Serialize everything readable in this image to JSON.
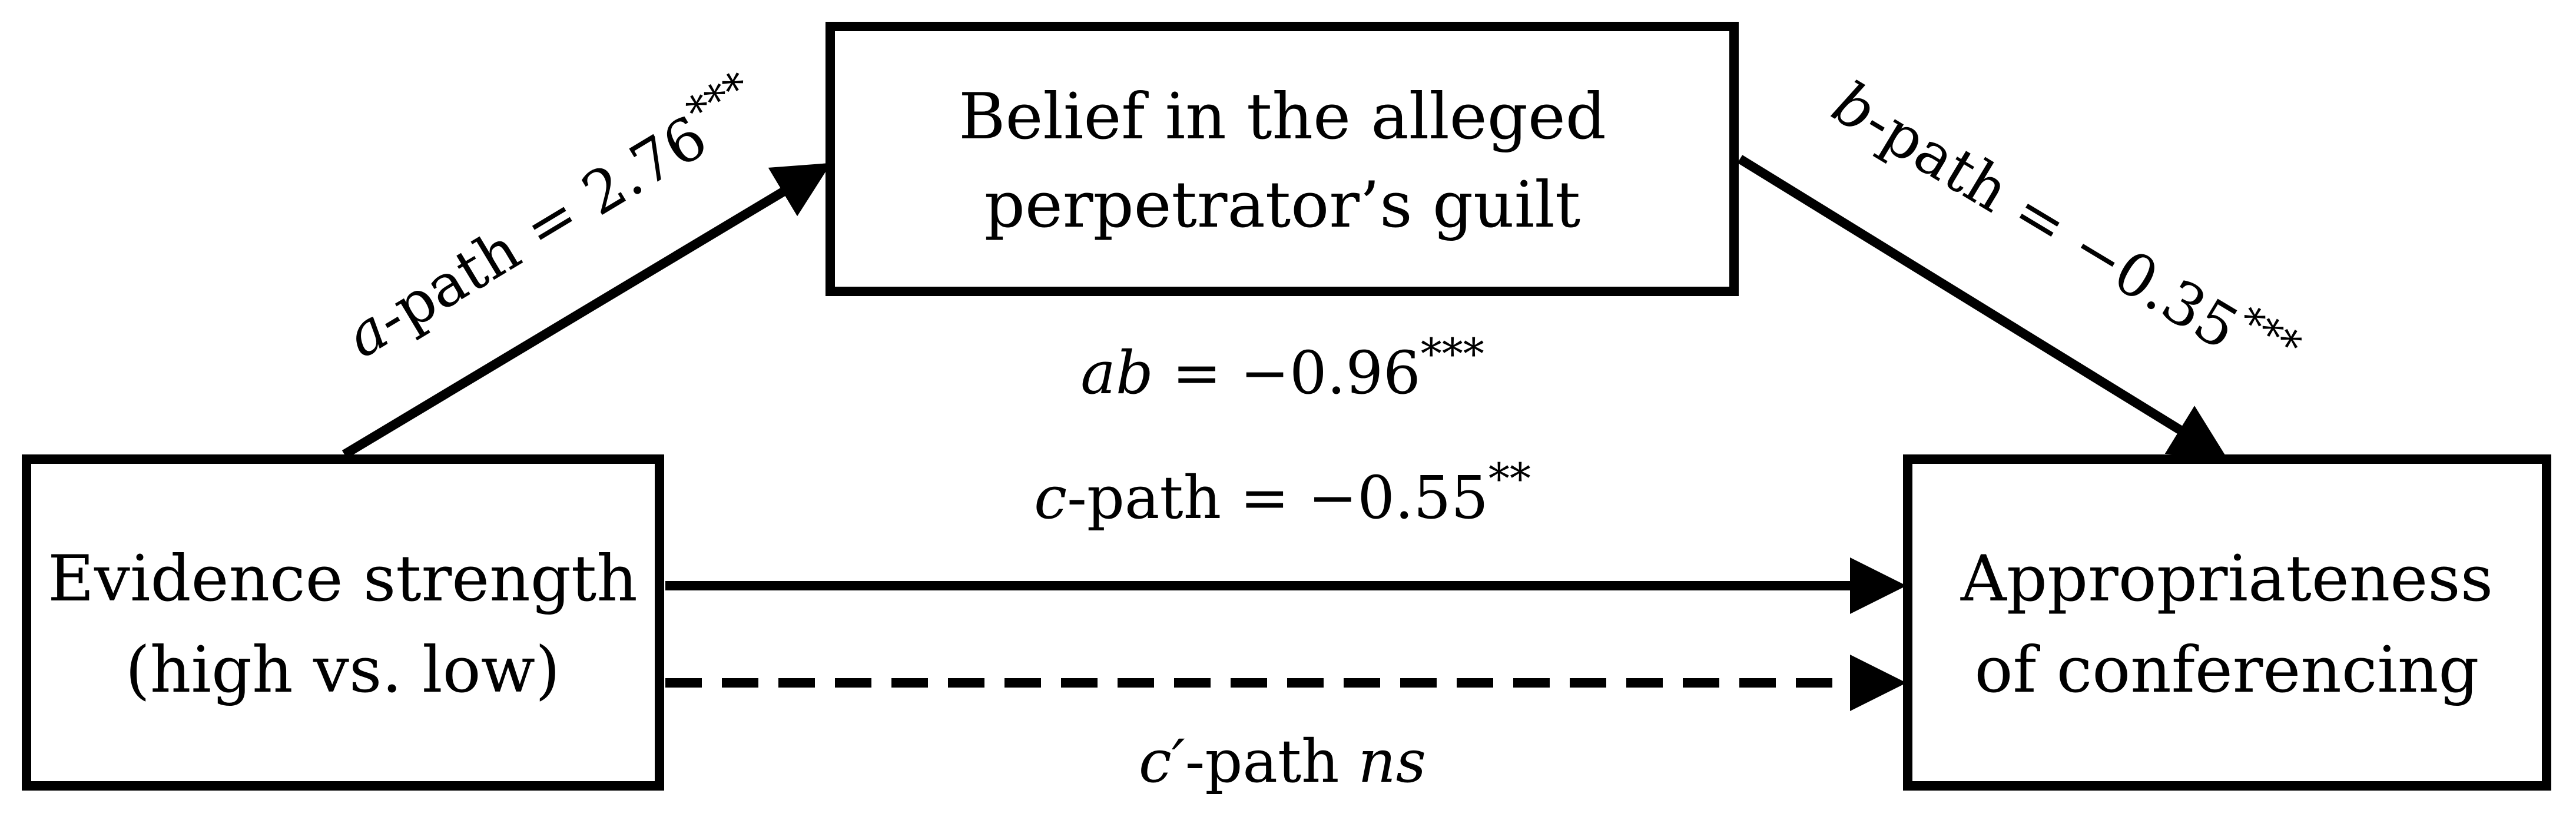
{
  "boxes": {
    "mediator": {
      "line1": "Belief in the alleged",
      "line2": "perpetrator’s guilt"
    },
    "predictor": {
      "line1": "Evidence strength",
      "line2": "(high vs. low)"
    },
    "outcome": {
      "line1": "Appropriateness",
      "line2": "of conferencing"
    }
  },
  "paths": {
    "a": {
      "letter": "a",
      "rest": "-path = 2.76",
      "sig": "***"
    },
    "b": {
      "letter": "b",
      "rest": "-path = −0.35",
      "sig": "***"
    },
    "ab": {
      "letter": "ab",
      "rest": " = −0.96",
      "sig": "***"
    },
    "c": {
      "letter": "c",
      "rest": "-path = −0.55",
      "sig": "**"
    },
    "c_prime": {
      "letter": "c′",
      "rest": "-path ",
      "sig_label": "ns"
    }
  },
  "colors": {
    "stroke": "#000000",
    "background": "#ffffff"
  }
}
